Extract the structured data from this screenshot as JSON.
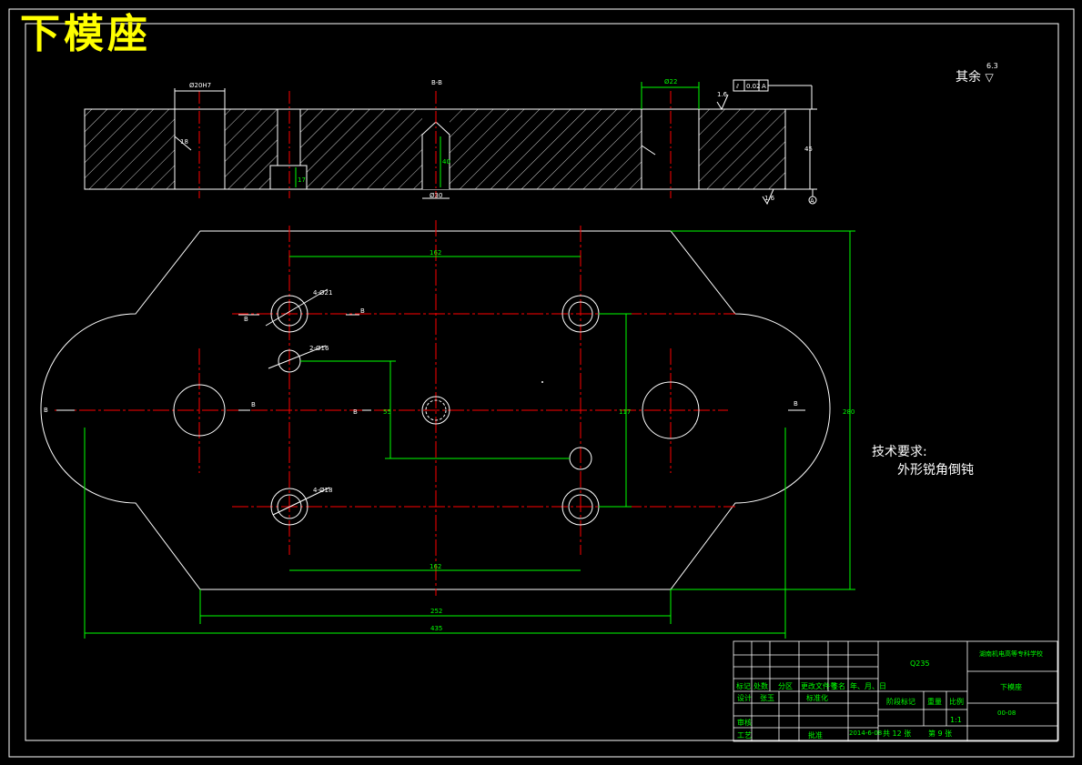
{
  "title": "下模座",
  "note_roughness": {
    "text": "其余",
    "value": "6.3"
  },
  "section_label": "B-B",
  "tech_requirements": {
    "heading": "技术要求:",
    "item": "外形锐角倒钝"
  },
  "dimensions": {
    "counterbore_top": "Ø20H7",
    "pin_top": "Ø22",
    "tol_frame_sym": "⫽",
    "tol_frame_val": "0.02",
    "tol_frame_datum": "A",
    "rough_top": "1.6",
    "rough_bottom": "1.6",
    "datum_A": "A",
    "width_162_top": "162",
    "width_162_bottom": "162",
    "width_252": "252",
    "width_435": "435",
    "height_117": "117",
    "height_55": "55",
    "height_280": "280",
    "hole_4x": "4-Ø21",
    "hole_2x": "2-Ø16",
    "hole_4x_b": "4-Ø18",
    "section_B_left": "B",
    "section_B_right": "B",
    "section_B_mid": "B",
    "section_B_mid2": "B",
    "section_B_far_right": "B",
    "section_B_far_left": "B",
    "depth_40": "40",
    "dia_30": "Ø30",
    "thick_45": "45",
    "dim_18": "18",
    "dim_17": "17"
  },
  "title_block": {
    "material": "Q235",
    "school": "湖南机电高等专科学校",
    "part_name": "下模座",
    "drawing_no": "00-08",
    "scale": "1:1",
    "row_headers": [
      "标记",
      "处数",
      "分区",
      "更改文件号",
      "签名",
      "年、月、日"
    ],
    "design_label": "设计",
    "designer": "张玉",
    "std_label": "标准化",
    "stage_label": "阶段标记",
    "weight_label": "重量",
    "scale_label": "比例",
    "review_label": "审核",
    "process_label": "工艺",
    "approve_label": "批准",
    "date": "2014-6-08",
    "sheets": "共 12 张",
    "sheet_no": "第 9 张"
  },
  "colors": {
    "outline": "#ffffff",
    "center": "#ff0000",
    "dim": "#00ff00",
    "title": "#ffff00"
  }
}
